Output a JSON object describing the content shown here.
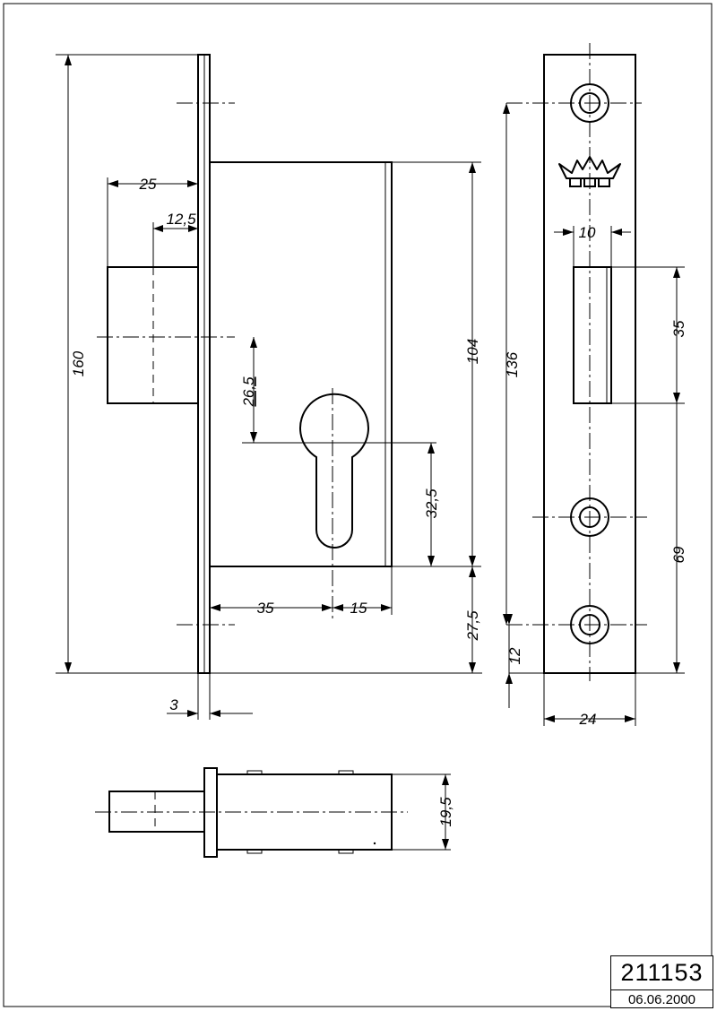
{
  "drawing": {
    "number": "211153",
    "date": "06.06.2000",
    "logo": "crown-icon"
  },
  "dimensions": {
    "overall_height": "160",
    "bolt_throw": "25",
    "bolt_half": "12,5",
    "bolt_center": "26,5",
    "case_height": "104",
    "backset": "35",
    "cylinder_right": "15",
    "cylinder_drop": "32,5",
    "bottom_offset": "27,5",
    "faceplate_thickness": "3",
    "screw_spacing": "136",
    "bolt_width": "10",
    "bolt_height": "35",
    "lower_distance": "69",
    "bottom_screw": "12",
    "faceplate_width": "24",
    "case_depth": "19,5"
  }
}
